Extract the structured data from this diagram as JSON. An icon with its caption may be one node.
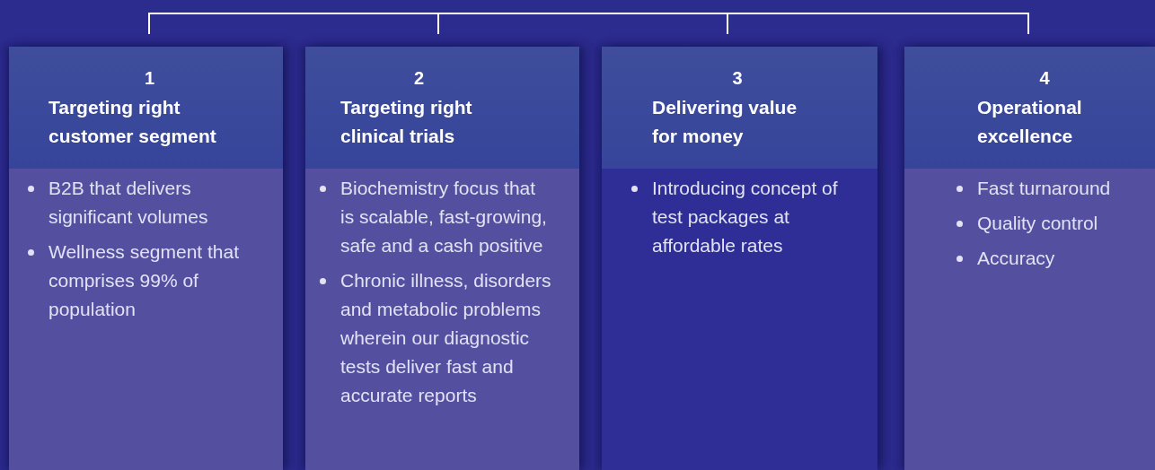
{
  "diagram": {
    "nodes": [
      {
        "text": [
          "1",
          "Targeting right customer segment",
          "B2B that delivers significant volumes",
          "Wellness segment that comprises 99% of population"
        ]
      },
      {
        "text": [
          "2",
          "Targeting right clinical trials",
          "Biochemistry focus that is scalable, fast-growing, safe and a cash positive",
          "Chronic illness, disorders and metabolic problems wherein our diagnostic tests deliver fast and accurate reports"
        ]
      },
      {
        "text": [
          "3",
          "Delivering value for money",
          "Introducing concept of test packages at affordable rates"
        ]
      },
      {
        "text": [
          "4",
          "Operational excellence",
          "Fast turnaround",
          "Quality control",
          "Accuracy"
        ]
      }
    ]
  }
}
